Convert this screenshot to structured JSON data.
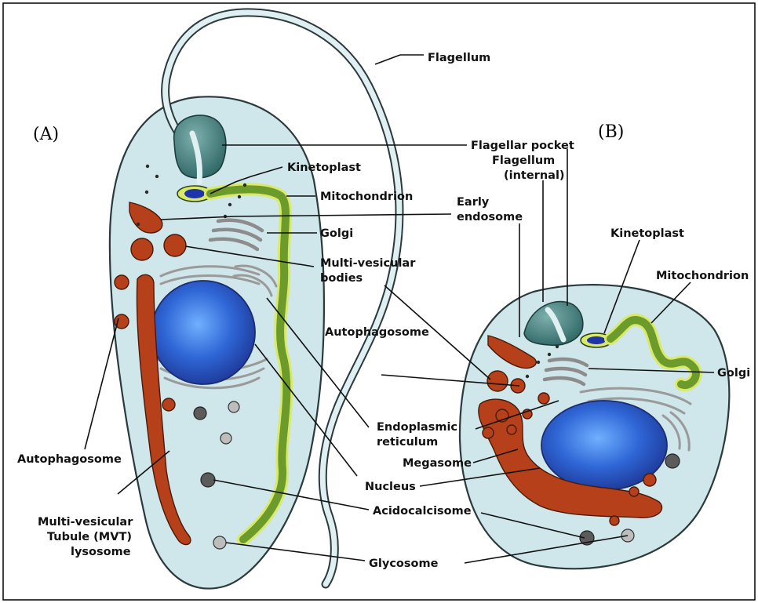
{
  "panels": {
    "a": "(A)",
    "b": "(B)"
  },
  "labels": {
    "flagellum": "Flagellum",
    "flagellar_pocket": "Flagellar pocket",
    "flagellum_internal_1": "Flagellum",
    "flagellum_internal_2": "(internal)",
    "kinetoplast_a": "Kinetoplast",
    "mitochondrion_a": "Mitochondrion",
    "early_endosome_1": "Early",
    "early_endosome_2": "endosome",
    "golgi_a": "Golgi",
    "mvb_1": "Multi-vesicular",
    "mvb_2": "bodies",
    "kinetoplast_b": "Kinetoplast",
    "mitochondrion_b": "Mitochondrion",
    "autophagosome_mid": "Autophagosome",
    "golgi_b": "Golgi",
    "er_1": "Endoplasmic",
    "er_2": "reticulum",
    "megasome": "Megasome",
    "nucleus": "Nucleus",
    "autophagosome_left": "Autophagosome",
    "mvt_1": "Multi-vesicular",
    "mvt_2": "Tubule (MVT)",
    "mvt_3": "lysosome",
    "acidocalcisome": "Acidocalcisome",
    "glycosome": "Glycosome"
  },
  "colors": {
    "cytoplasm": "#cfe6ea",
    "nucleus": "#2f56c8",
    "mitochondrion": "#7aa531",
    "organelle_rust": "#b5401a",
    "pocket": "#4c8584"
  }
}
